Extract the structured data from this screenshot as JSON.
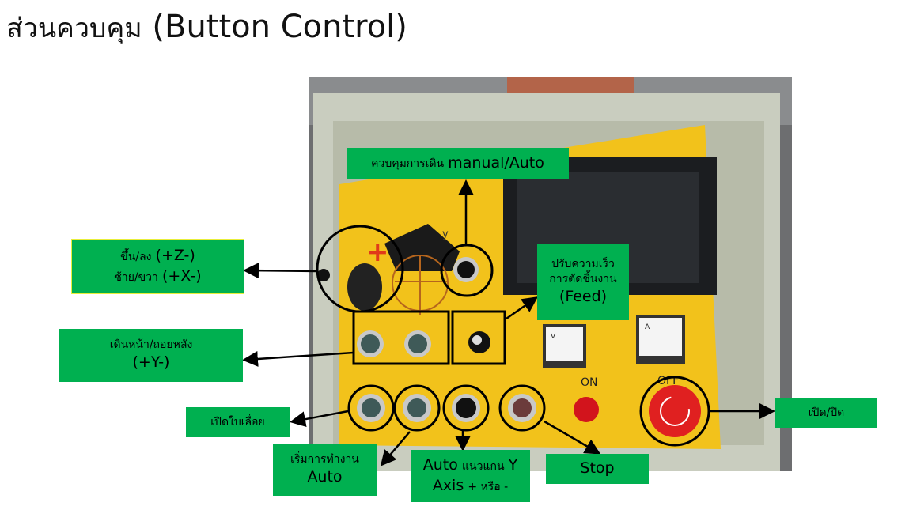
{
  "title": {
    "thai": "ส่วนควบคุม",
    "english": "(Button Control)"
  },
  "photo": {
    "markings": {
      "on": "ON",
      "off": "OFF",
      "y_axis": "y",
      "meter_v": "V",
      "meter_a": "A"
    }
  },
  "labels": {
    "zx": {
      "line1_th": "ขึ้น/ลง",
      "line1_en": "(+Z-)",
      "line2_th": "ซ้าย/ขวา",
      "line2_en": "(+X-)"
    },
    "y": {
      "line1": "เดินหน้า/ถอยหลัง",
      "line2": "(+Y-)"
    },
    "saw": "เปิดใบเลื่อย",
    "start": {
      "line1": "เริ่มการทำงาน",
      "line2": "Auto"
    },
    "auto_y": {
      "a": "Auto",
      "b": "แนวแกน",
      "c": "Y",
      "d": "Axis",
      "e": "+ หรือ -"
    },
    "stop": "Stop",
    "onoff": "เปิด/ปิด",
    "mode": {
      "th": "ควบคุมการเดิน",
      "en": "manual/Auto"
    },
    "feed": {
      "line1": "ปรับความเร็ว",
      "line2": "การตัดชิ้นงาน",
      "line3": "(Feed)"
    }
  },
  "colors": {
    "label_bg": "#00b050",
    "panel": "#f2c21b",
    "frame": "#c9cdbf"
  }
}
